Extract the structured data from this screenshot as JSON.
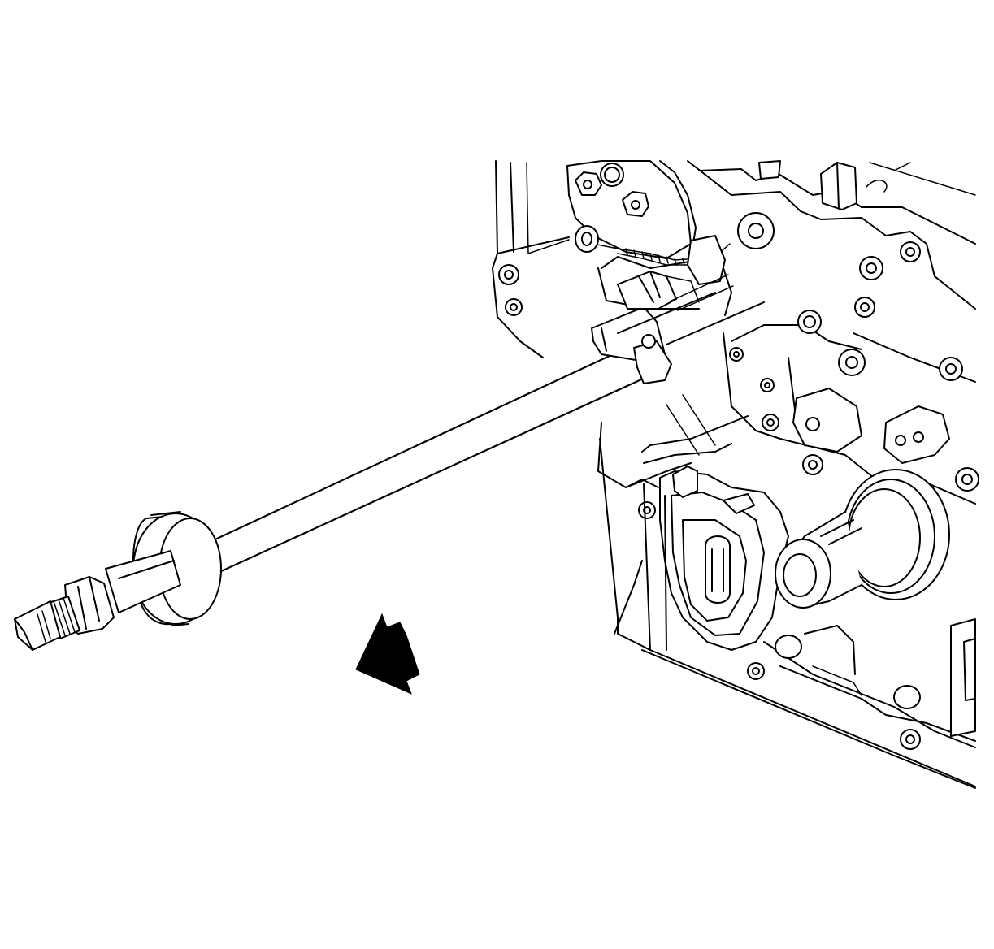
{
  "diagram": {
    "elements": [
      {
        "name": "engine-block-assembly",
        "kind": "illustration"
      },
      {
        "name": "upper-gear-sprocket",
        "kind": "illustration"
      },
      {
        "name": "timing-cover-housing",
        "kind": "illustration"
      },
      {
        "name": "crankshaft-snout",
        "kind": "illustration"
      },
      {
        "name": "slide-hammer-rod",
        "kind": "tool"
      },
      {
        "name": "slide-hammer-weight",
        "kind": "tool"
      },
      {
        "name": "threaded-adapter-tip",
        "kind": "tool"
      },
      {
        "name": "removal-direction-arrow",
        "kind": "indicator"
      }
    ],
    "colors": {
      "line": "#000000",
      "background": "#ffffff"
    }
  }
}
